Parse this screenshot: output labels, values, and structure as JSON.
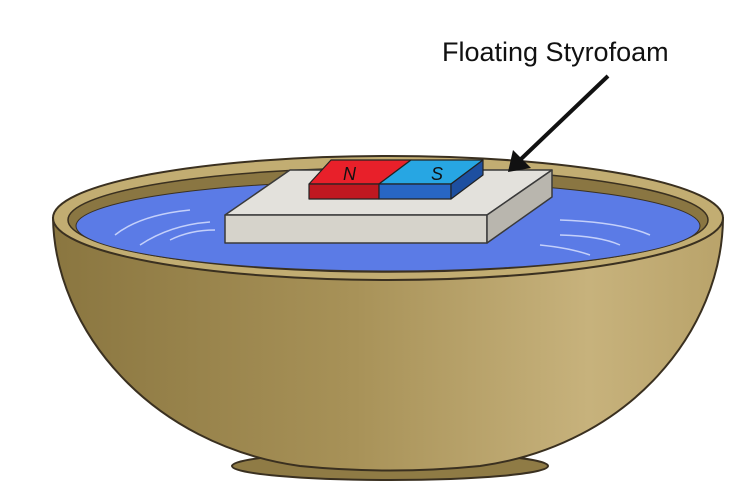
{
  "label": "Floating Styrofoam",
  "magnet": {
    "north": "N",
    "south": "S"
  },
  "colors": {
    "bowl": "#a8935a",
    "bowl_rim": "#c2ad72",
    "water": "#5b7be6",
    "styrofoam_top": "#e3e1dc",
    "styrofoam_side": "#b9b6ae",
    "magnet_north": "#e8202a",
    "magnet_south": "#27a6e3"
  }
}
